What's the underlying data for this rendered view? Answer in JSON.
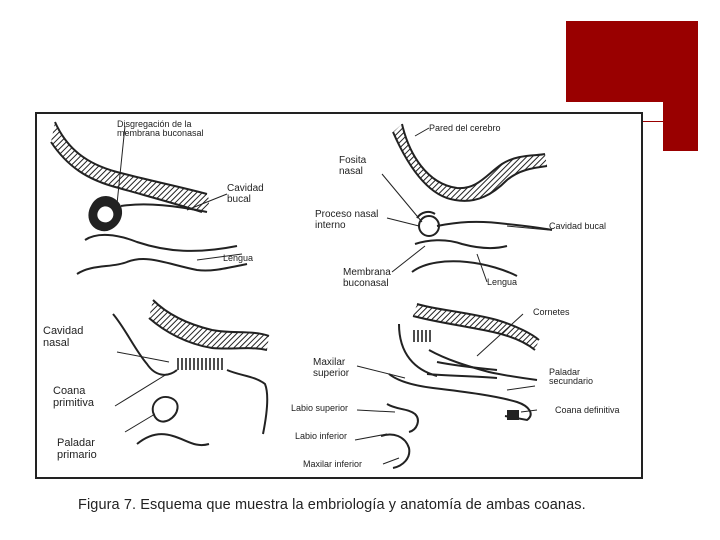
{
  "panels": {
    "top_left": {
      "label_disgregacion": [
        "Disgregación de la",
        "membrana buconasal"
      ],
      "label_cavidad_bucal": [
        "Cavidad",
        "bucal"
      ],
      "label_lengua": "Lengua"
    },
    "top_right": {
      "label_pared_cerebro": "Pared del cerebro",
      "label_fosita_nasal": [
        "Fosita",
        "nasal"
      ],
      "label_proceso_nasal": [
        "Proceso nasal",
        "interno"
      ],
      "label_membrana": [
        "Membrana",
        "buconasal"
      ],
      "label_cavidad_bucal": "Cavidad bucal",
      "label_lengua": "Lengua"
    },
    "bottom_left": {
      "label_cavidad_nasal": [
        "Cavidad",
        "nasal"
      ],
      "label_coana_primitiva": [
        "Coana",
        "primitiva"
      ],
      "label_paladar_primario": [
        "Paladar",
        "primario"
      ]
    },
    "bottom_right": {
      "label_cornetes": "Cornetes",
      "label_maxilar_superior": [
        "Maxilar",
        "superior"
      ],
      "label_paladar_secundario": [
        "Paladar",
        "secundario"
      ],
      "label_labio_superior": "Labio superior",
      "label_coana_definitiva": "Coana definitiva",
      "label_labio_inferior": "Labio inferior",
      "label_maxilar_inferior": "Maxilar inferior"
    }
  },
  "caption": "Figura 7. Esquema que muestra la embriología y anatomía de ambas coanas.",
  "colors": {
    "accent": "#990000",
    "ink": "#222222"
  }
}
